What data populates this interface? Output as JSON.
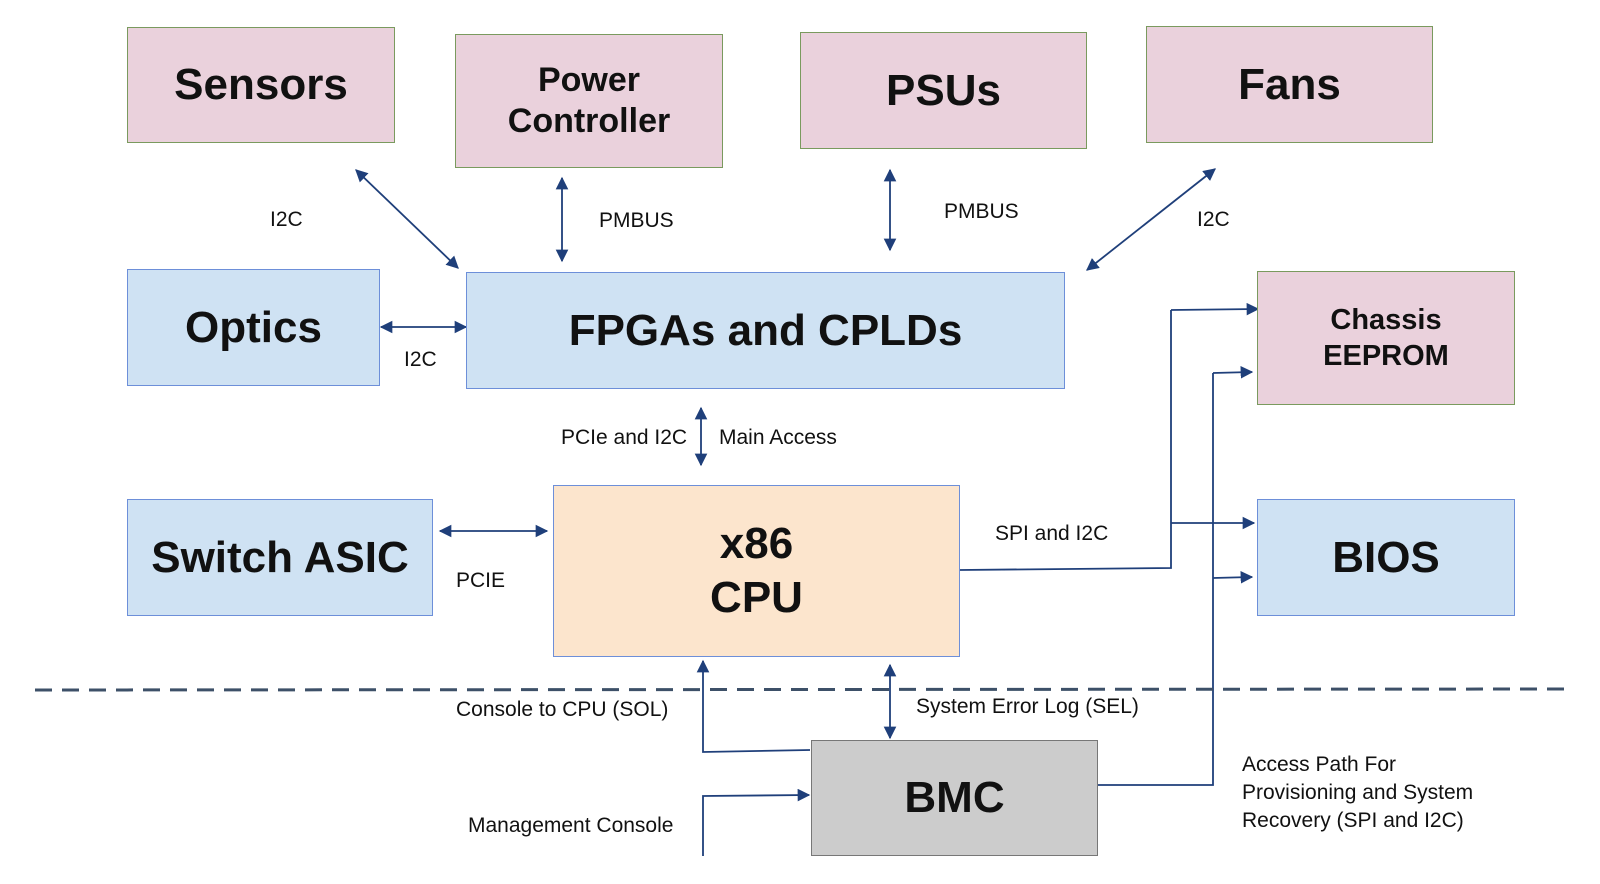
{
  "boxes": {
    "sensors": "Sensors",
    "power_controller": [
      "Power",
      "Controller"
    ],
    "psus": "PSUs",
    "fans": "Fans",
    "optics": "Optics",
    "fpgas": "FPGAs and CPLDs",
    "chassis_eeprom": [
      "Chassis",
      "EEPROM"
    ],
    "switch_asic": "Switch ASIC",
    "cpu": [
      "x86",
      "CPU"
    ],
    "bios": "BIOS",
    "bmc": "BMC"
  },
  "labels": {
    "sensors_link": "I2C",
    "power_link": "PMBUS",
    "psus_link": "PMBUS",
    "fans_link": "I2C",
    "optics_link": "I2C",
    "fpga_cpu_link": "PCIe and I2C",
    "main_access": "Main Access",
    "asic_link": "PCIE",
    "cpu_out_link": "SPI and I2C",
    "sol_link": "Console to CPU (SOL)",
    "sel_link": "System Error Log (SEL)",
    "mgmt_console": "Management Console",
    "access_path": [
      "Access Path For",
      "Provisioning and System",
      "Recovery (SPI and I2C)"
    ]
  },
  "colors": {
    "pink_box": "#ead1dc",
    "blue_box": "#cfe2f3",
    "peach_box": "#fce5cd",
    "grey_box": "#cccccc",
    "connector": "#1f3f7a",
    "divider": "#3d5068"
  }
}
